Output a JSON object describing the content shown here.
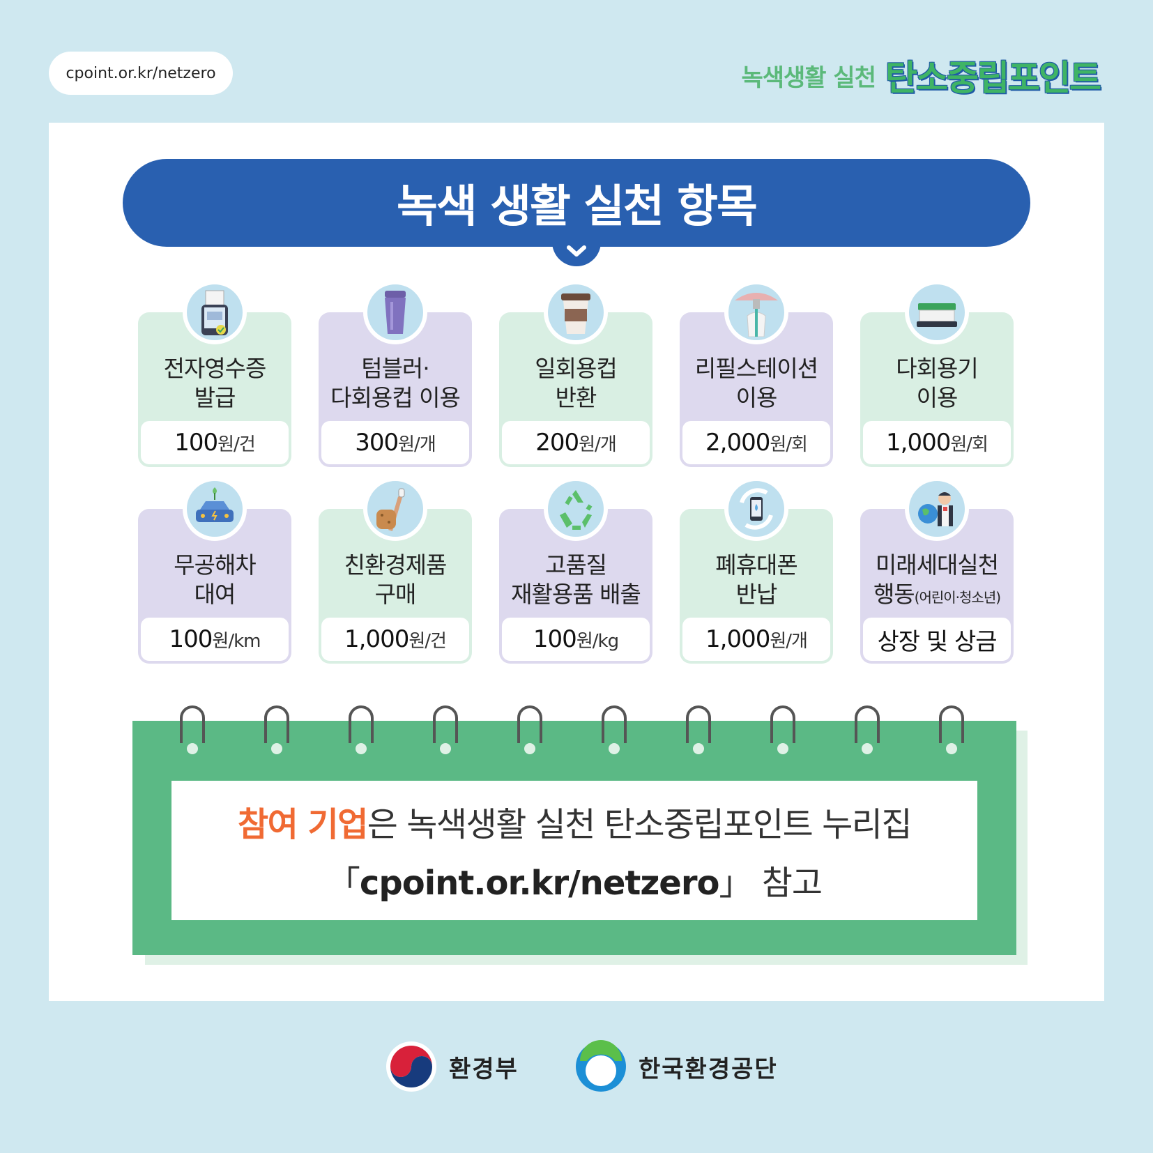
{
  "header": {
    "url": "cpoint.or.kr/netzero",
    "brand_sub": "녹색생활 실천",
    "brand_main": "탄소중립포인트"
  },
  "banner": {
    "title": "녹색 생활 실천 항목"
  },
  "items": [
    {
      "title1": "전자영수증",
      "title2": "발급",
      "value": "100",
      "unit": "원/건",
      "icon": "receipt-phone-icon"
    },
    {
      "title1": "텀블러·",
      "title2": "다회용컵 이용",
      "value": "300",
      "unit": "원/개",
      "icon": "tumbler-icon"
    },
    {
      "title1": "일회용컵",
      "title2": "반환",
      "value": "200",
      "unit": "원/개",
      "icon": "paper-cup-icon"
    },
    {
      "title1": "리필스테이션",
      "title2": "이용",
      "value": "2,000",
      "unit": "원/회",
      "icon": "refill-station-icon"
    },
    {
      "title1": "다회용기",
      "title2": "이용",
      "value": "1,000",
      "unit": "원/회",
      "icon": "reusable-container-icon"
    },
    {
      "title1": "무공해차",
      "title2": "대여",
      "value": "100",
      "unit": "원/km",
      "icon": "electric-car-icon"
    },
    {
      "title1": "친환경제품",
      "title2": "구매",
      "value": "1,000",
      "unit": "원/건",
      "icon": "eco-product-icon"
    },
    {
      "title1": "고품질",
      "title2": "재활용품 배출",
      "value": "100",
      "unit": "원/kg",
      "icon": "recycle-icon"
    },
    {
      "title1": "폐휴대폰",
      "title2": "반납",
      "value": "1,000",
      "unit": "원/개",
      "icon": "phone-return-icon"
    },
    {
      "title1": "미래세대실천",
      "title2": "행동",
      "title2_small": "(어린이·청소년)",
      "value": "상장 및 상금",
      "unit": "",
      "icon": "future-generation-icon"
    }
  ],
  "note": {
    "highlight": "참여 기업",
    "line1_rest": "은 녹색생활 실천 탄소중립포인트 누리집",
    "open_bracket": "「",
    "url": "cpoint.or.kr/netzero",
    "close_bracket": "」",
    "line2_rest": " 참고"
  },
  "footer": {
    "org1": "환경부",
    "org2": "한국환경공단"
  },
  "colors": {
    "background": "#cfe8f0",
    "banner": "#2960b0",
    "green_card": "#d9efe3",
    "purple_card": "#ddd9ee",
    "note_green": "#5bb985",
    "highlight_orange": "#f06a33"
  }
}
